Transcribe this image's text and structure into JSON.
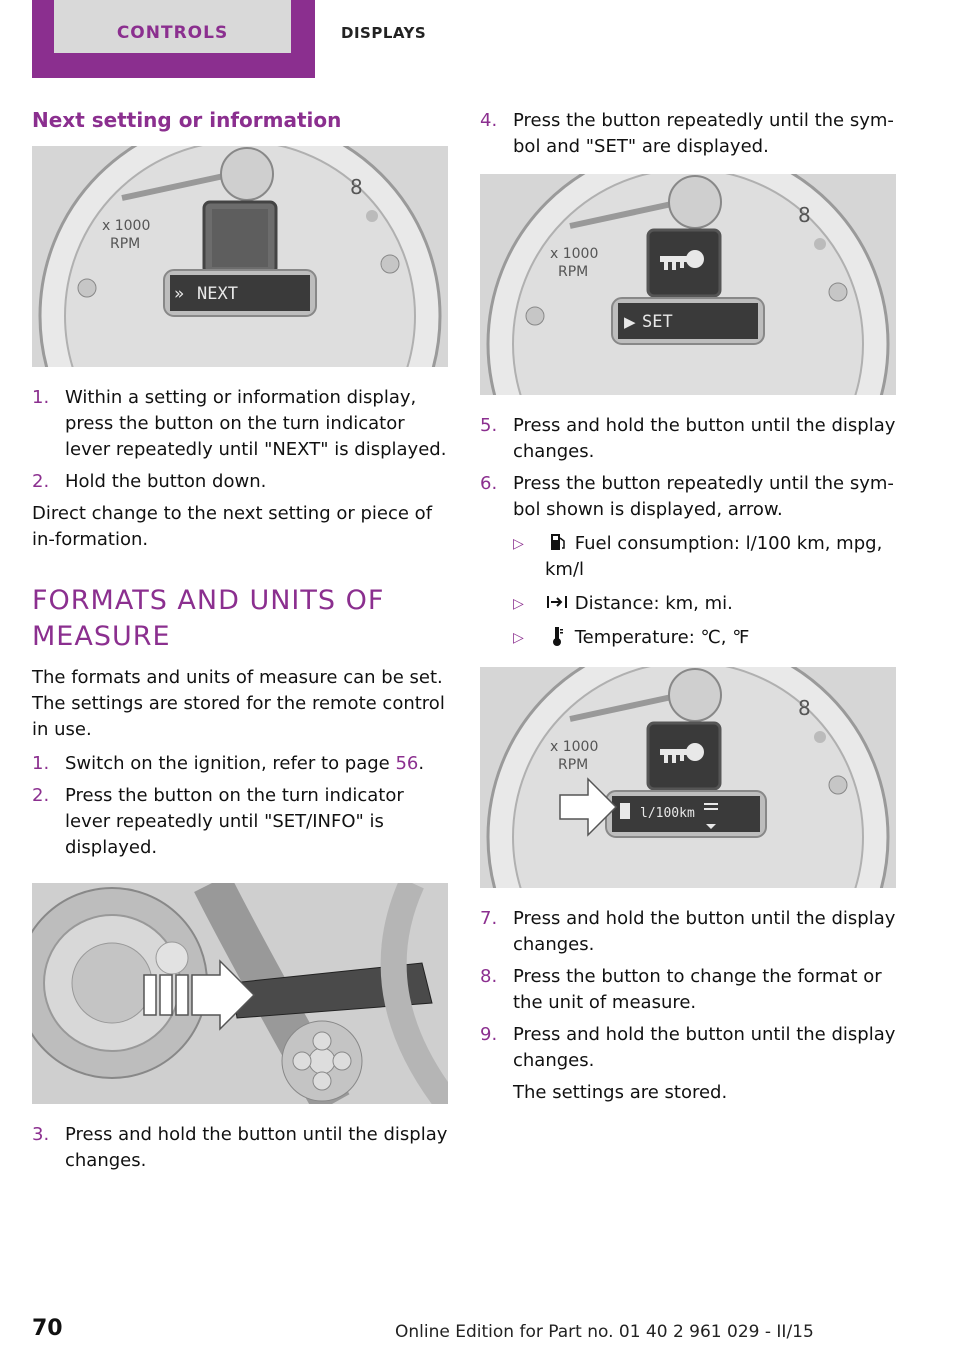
{
  "header": {
    "tab_active": "CONTROLS",
    "tab_inactive": "DISPLAYS"
  },
  "left": {
    "subheading": "Next setting or information",
    "fig1_display_text": "NEXT",
    "fig1_labels": [
      "x 1000",
      "RPM"
    ],
    "steps_a": [
      {
        "num": "1.",
        "text": "Within a setting or information display, press the button on the turn indicator lever repeatedly until \"NEXT\" is displayed."
      },
      {
        "num": "2.",
        "text": "Hold the button down."
      }
    ],
    "para_a": "Direct change to the next setting or piece of in‐formation.",
    "section_title": "FORMATS AND UNITS OF MEASURE",
    "para_b": "The formats and units of measure can be set. The settings are stored for the remote control in use.",
    "step_b1_num": "1.",
    "step_b1_text": "Switch on the ignition, refer to page ",
    "step_b1_link": "56",
    "step_b1_end": ".",
    "step_b2_num": "2.",
    "step_b2_text": "Press the button on the turn indicator lever repeatedly until \"SET/INFO\" is displayed.",
    "step_b3_num": "3.",
    "step_b3_text": "Press and hold the button until the display changes."
  },
  "right": {
    "step4_num": "4.",
    "step4_text": "Press the button repeatedly until the sym‐bol and \"SET\" are displayed.",
    "fig3_display_text": "SET",
    "fig3_labels": [
      "x 1000",
      "RPM"
    ],
    "step5_num": "5.",
    "step5_text": "Press and hold the button until the display changes.",
    "step6_num": "6.",
    "step6_text": "Press the button repeatedly until the sym‐bol shown is displayed, arrow.",
    "bullets": [
      {
        "icon": "fuel-pump-icon",
        "text": "Fuel consumption: l/100 km, mpg, km/l"
      },
      {
        "icon": "distance-icon",
        "text": "Distance: km, mi."
      },
      {
        "icon": "thermometer-icon",
        "text": "Temperature: ℃, ℉"
      }
    ],
    "fig4_display_text": "l/100km",
    "fig4_labels": [
      "x 1000",
      "RPM"
    ],
    "step7_num": "7.",
    "step7_text": "Press and hold the button until the display changes.",
    "step8_num": "8.",
    "step8_text": "Press the button to change the format or the unit of measure.",
    "step9_num": "9.",
    "step9_text": "Press and hold the button until the display changes.",
    "step9_note": "The settings are stored."
  },
  "footer": {
    "page_number": "70",
    "edition": "Online Edition for Part no. 01 40 2 961 029 - II/15"
  },
  "colors": {
    "accent": "#8b2f8f",
    "figure_bg": "#dddddd"
  }
}
